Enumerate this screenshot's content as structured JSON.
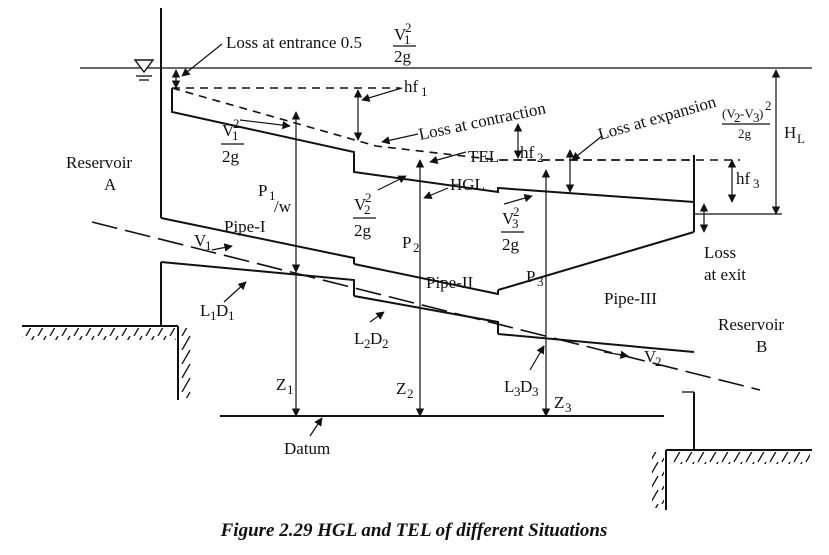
{
  "labels": {
    "loss_entrance": "Loss at entrance 0.5",
    "hf1": "hf",
    "hf1_sub": "1",
    "loss_contraction": "Loss at contraction",
    "loss_expansion": "Loss at expansion",
    "tel": "TEL",
    "hf2": "hf",
    "hf2_sub": "2",
    "hgl": "HGL",
    "hf3": "hf",
    "hf3_sub": "3",
    "hl": "H",
    "hl_sub": "L",
    "reservoir_a": "Reservoir",
    "reservoir_a_letter": "A",
    "reservoir_b": "Reservoir",
    "reservoir_b_letter": "B",
    "pipe1": "Pipe-I",
    "pipe2": "Pipe-II",
    "pipe3": "Pipe-III",
    "p1w": "P",
    "p1w_sub": "1",
    "p1w_den": "/w",
    "p2": "P",
    "p2_sub": "2",
    "p3": "P",
    "p3_sub": "3",
    "v1": "V",
    "v1_sub": "1",
    "v2_flow": "V",
    "v2_flow_sub": "2",
    "l1d1": "L",
    "l1d1_a": "1",
    "l1d1_d": "D",
    "l1d1_b": "1",
    "l2d2": "L",
    "l2d2_a": "2",
    "l2d2_d": "D",
    "l2d2_b": "2",
    "l3d3": "L",
    "l3d3_a": "3",
    "l3d3_d": "D",
    "l3d3_b": "3",
    "z1": "Z",
    "z1_sub": "1",
    "z2": "Z",
    "z2_sub": "2",
    "z3": "Z",
    "z3_sub": "3",
    "datum": "Datum",
    "loss_exit_1": "Loss",
    "loss_exit_2": "at exit",
    "vhead_v": "V",
    "vhead_exp": "2",
    "vhead_den": "2g",
    "vhead_v2_sub": "2",
    "vhead_v3_sub": "3",
    "vhead_v1_sub": "1",
    "expansion_frac_num": "(V",
    "expansion_frac_mid": "-V",
    "expansion_frac_end": ")",
    "expansion_sub_a": "2",
    "expansion_sub_b": "3"
  },
  "caption": "Figure 2.29 HGL and TEL of different Situations"
}
